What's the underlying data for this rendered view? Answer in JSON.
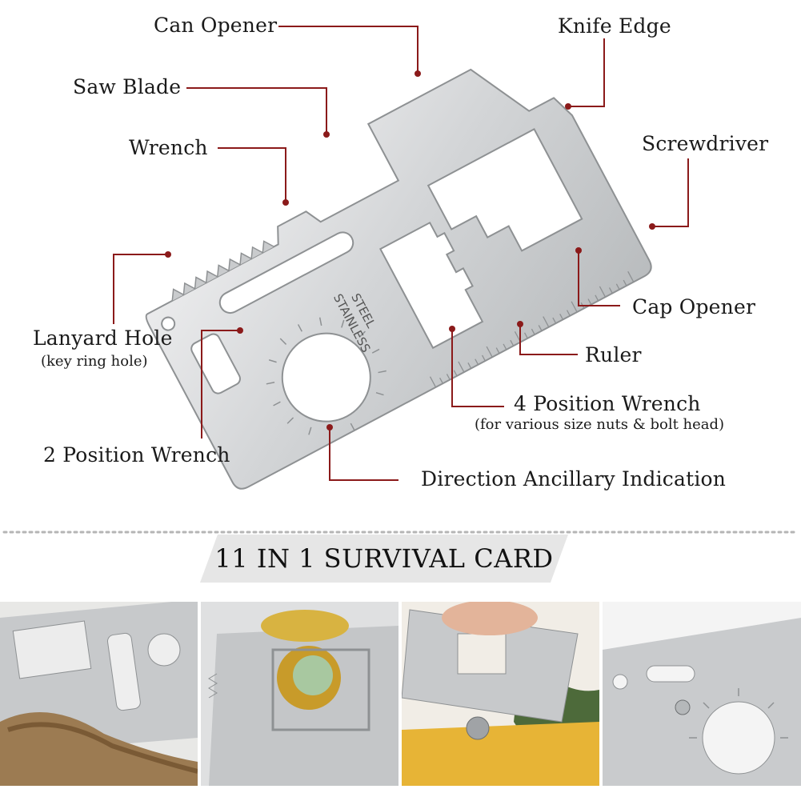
{
  "labels": {
    "can_opener": "Can Opener",
    "knife_edge": "Knife Edge",
    "saw_blade": "Saw Blade",
    "wrench": "Wrench",
    "screwdriver": "Screwdriver",
    "lanyard_hole": "Lanyard Hole",
    "lanyard_hole_sub": "(key ring hole)",
    "cap_opener": "Cap Opener",
    "ruler": "Ruler",
    "four_position_wrench": "4 Position Wrench",
    "four_position_wrench_sub": "(for various size nuts & bolt head)",
    "two_position_wrench": "2 Position Wrench",
    "direction_indication": "Direction Ancillary Indication"
  },
  "card_engraving": [
    "STAINLESS",
    "STEEL"
  ],
  "banner": {
    "title": "11 IN 1 SURVIVAL CARD"
  },
  "colors": {
    "annotation": "#8b1a1a",
    "banner_bg": "#e6e6e6",
    "steel_light": "#e4e5e6",
    "steel_dark": "#a9acae"
  }
}
